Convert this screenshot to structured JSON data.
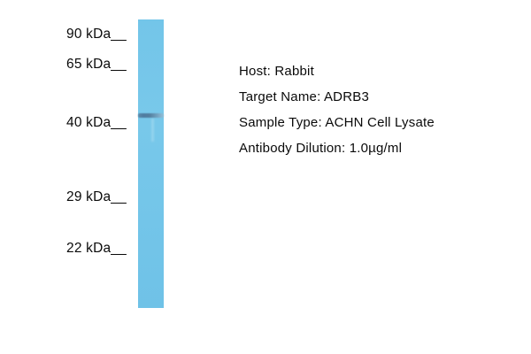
{
  "figure": {
    "markers": [
      {
        "label": "90 kDa__"
      },
      {
        "label": "65 kDa__"
      },
      {
        "label": "40 kDa__"
      },
      {
        "label": "29 kDa__"
      },
      {
        "label": "22 kDa__"
      }
    ],
    "annotations": {
      "host": "Host: Rabbit",
      "target": "Target Name: ADRB3",
      "sample": "Sample Type: ACHN Cell Lysate",
      "dilution": "Antibody Dilution: 1.0µg/ml"
    },
    "colors": {
      "background": "#ffffff",
      "lane": "#73c5e9",
      "band": "#4f7ca0",
      "ink": "#0a0a0a"
    }
  }
}
